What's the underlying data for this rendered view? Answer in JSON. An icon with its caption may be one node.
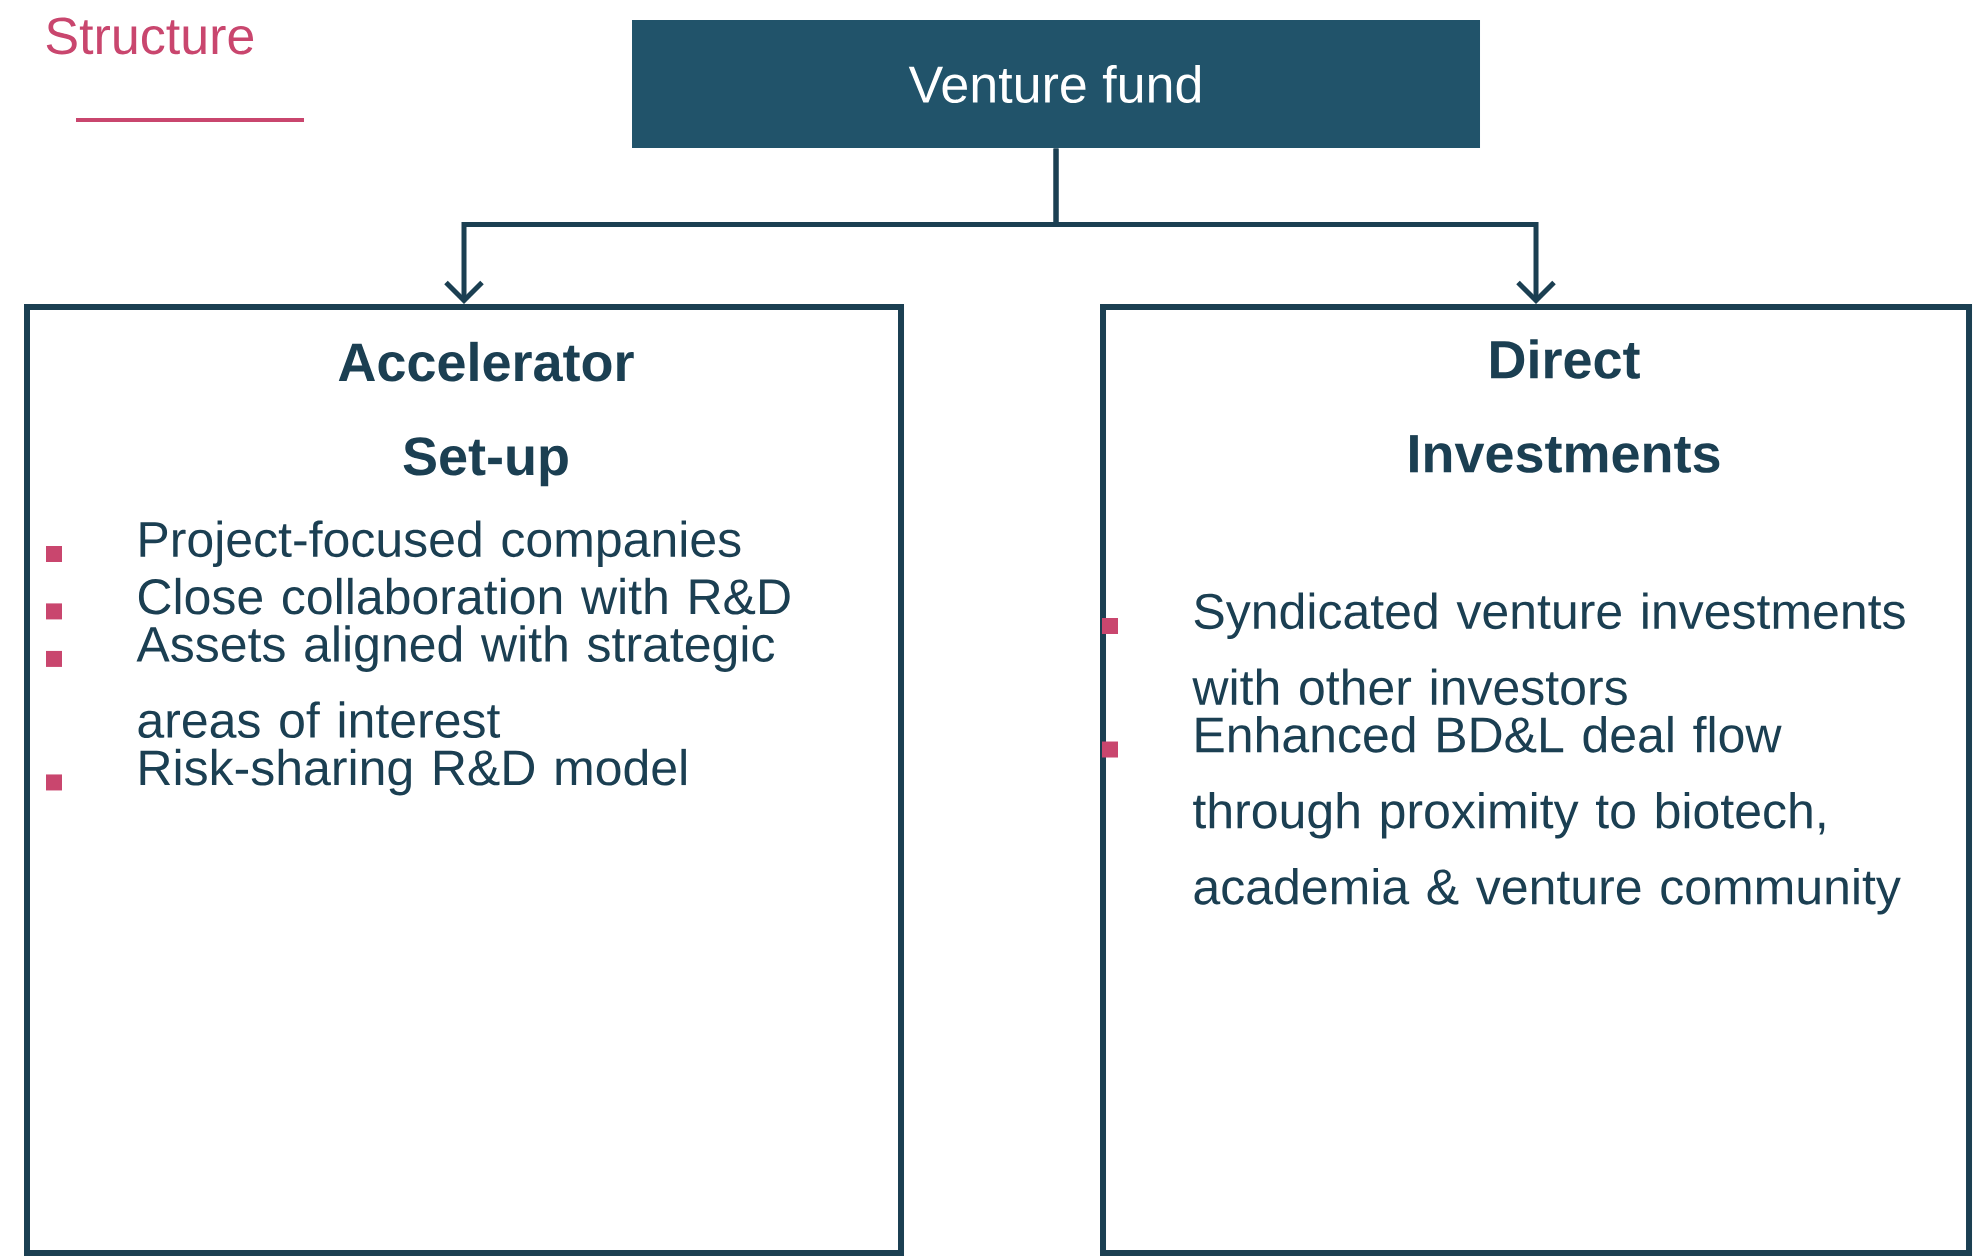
{
  "diagram": {
    "title": "Structure",
    "nodes": [
      {
        "text": [
          "Venture fund"
        ]
      },
      {
        "text": [
          "Accelerator Set-up",
          "Project-focused companies",
          "Close collaboration with R&D",
          "Assets aligned with strategic areas of interest",
          "Risk-sharing R&D model"
        ]
      },
      {
        "text": [
          "Direct Investments",
          "Syndicated venture investments with other investors",
          "Enhanced BD&L deal flow through proximity to biotech, academia & venture community"
        ]
      }
    ],
    "edges": [
      {
        "from": 0,
        "to": 1,
        "arrow": "to"
      },
      {
        "from": 0,
        "to": 2,
        "arrow": "to"
      }
    ]
  }
}
